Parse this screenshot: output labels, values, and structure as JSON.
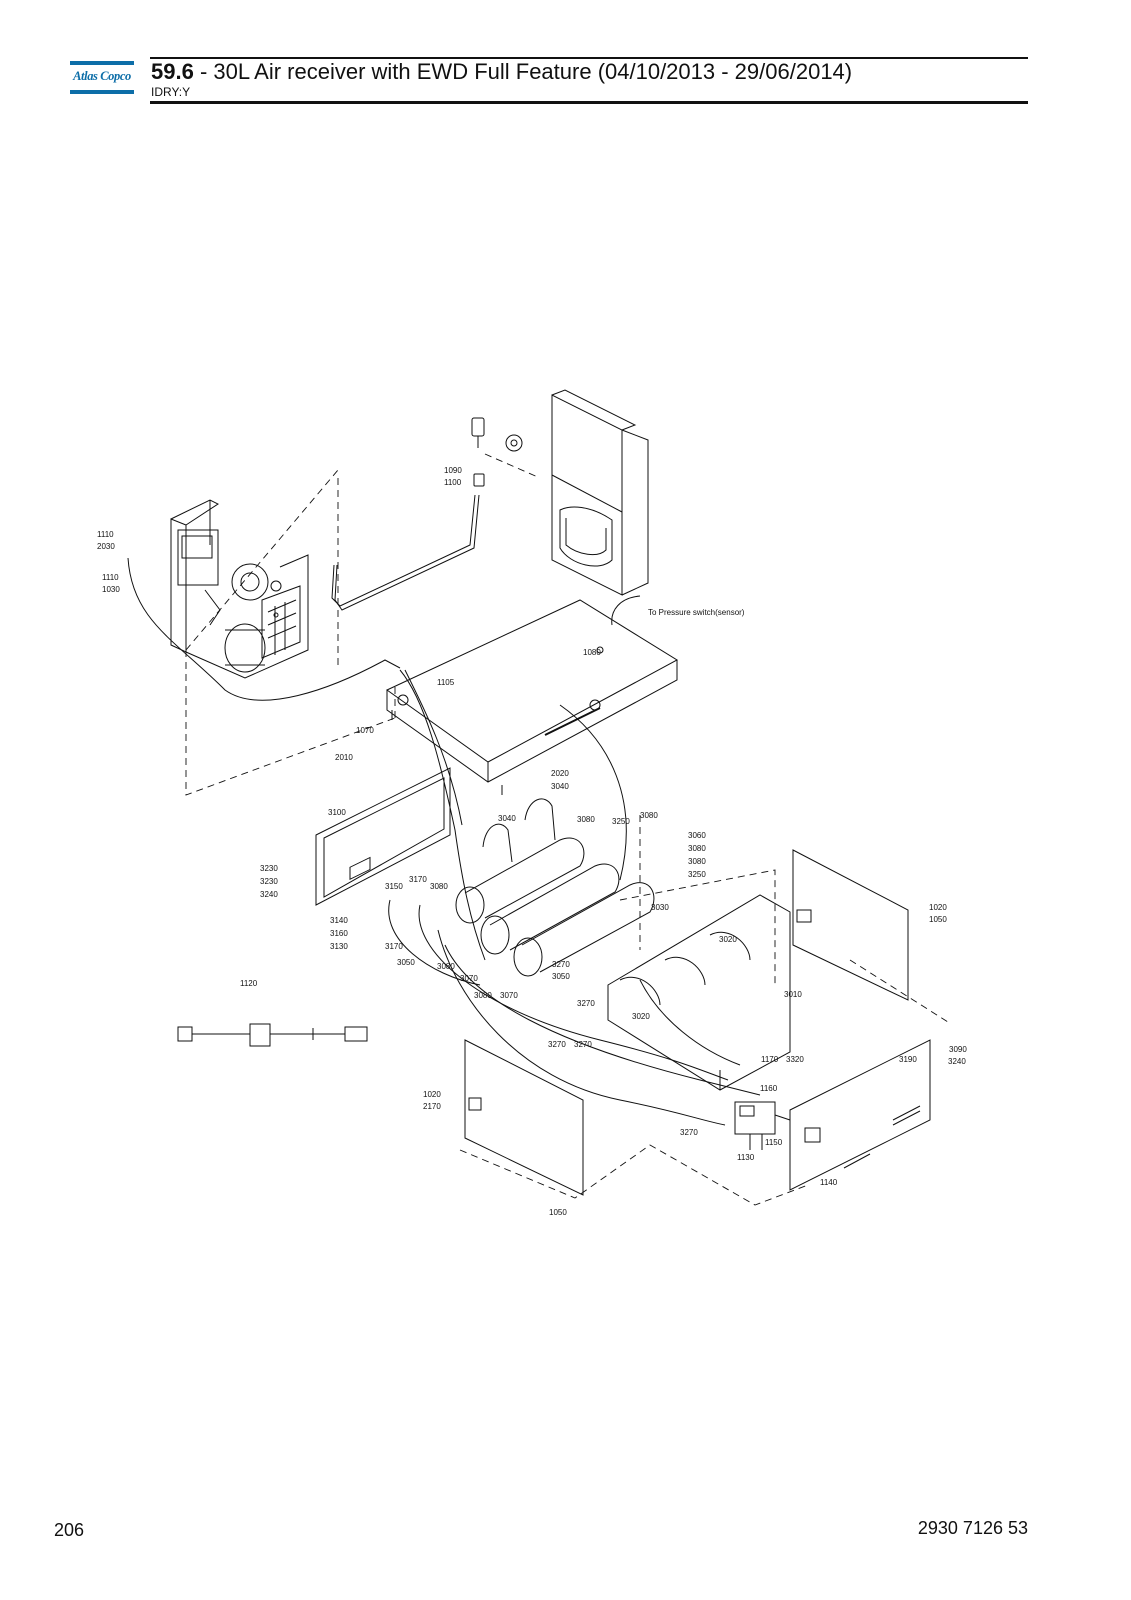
{
  "header": {
    "logo_text": "Atlas Copco",
    "section_number": "59.6",
    "title_rest": " - 30L Air receiver with EWD Full Feature (04/10/2013 - 29/06/2014)",
    "subtitle": "IDRY:Y"
  },
  "diagram": {
    "note": "To Pressure switch(sensor)",
    "callouts": [
      "1110",
      "2030",
      "1110",
      "1030",
      "1090",
      "1100",
      "1080",
      "1105",
      "1070",
      "2010",
      "2020",
      "3040",
      "3100",
      "3040",
      "3080",
      "3250",
      "3080",
      "3060",
      "3080",
      "3080",
      "3250",
      "3230",
      "3230",
      "3240",
      "3150",
      "3170",
      "3080",
      "3030",
      "3140",
      "3160",
      "3130",
      "3170",
      "3050",
      "3080",
      "3070",
      "3270",
      "3050",
      "3080",
      "3070",
      "1020",
      "1050",
      "3020",
      "3010",
      "1120",
      "3270",
      "3020",
      "3270",
      "3270",
      "3090",
      "3240",
      "3190",
      "1170",
      "3320",
      "1160",
      "1020",
      "2170",
      "3270",
      "1150",
      "1130",
      "1140",
      "1050"
    ]
  },
  "footer": {
    "page_number": "206",
    "doc_number": "2930 7126 53"
  },
  "colors": {
    "brand": "#0d6ea8",
    "ink": "#111111"
  }
}
